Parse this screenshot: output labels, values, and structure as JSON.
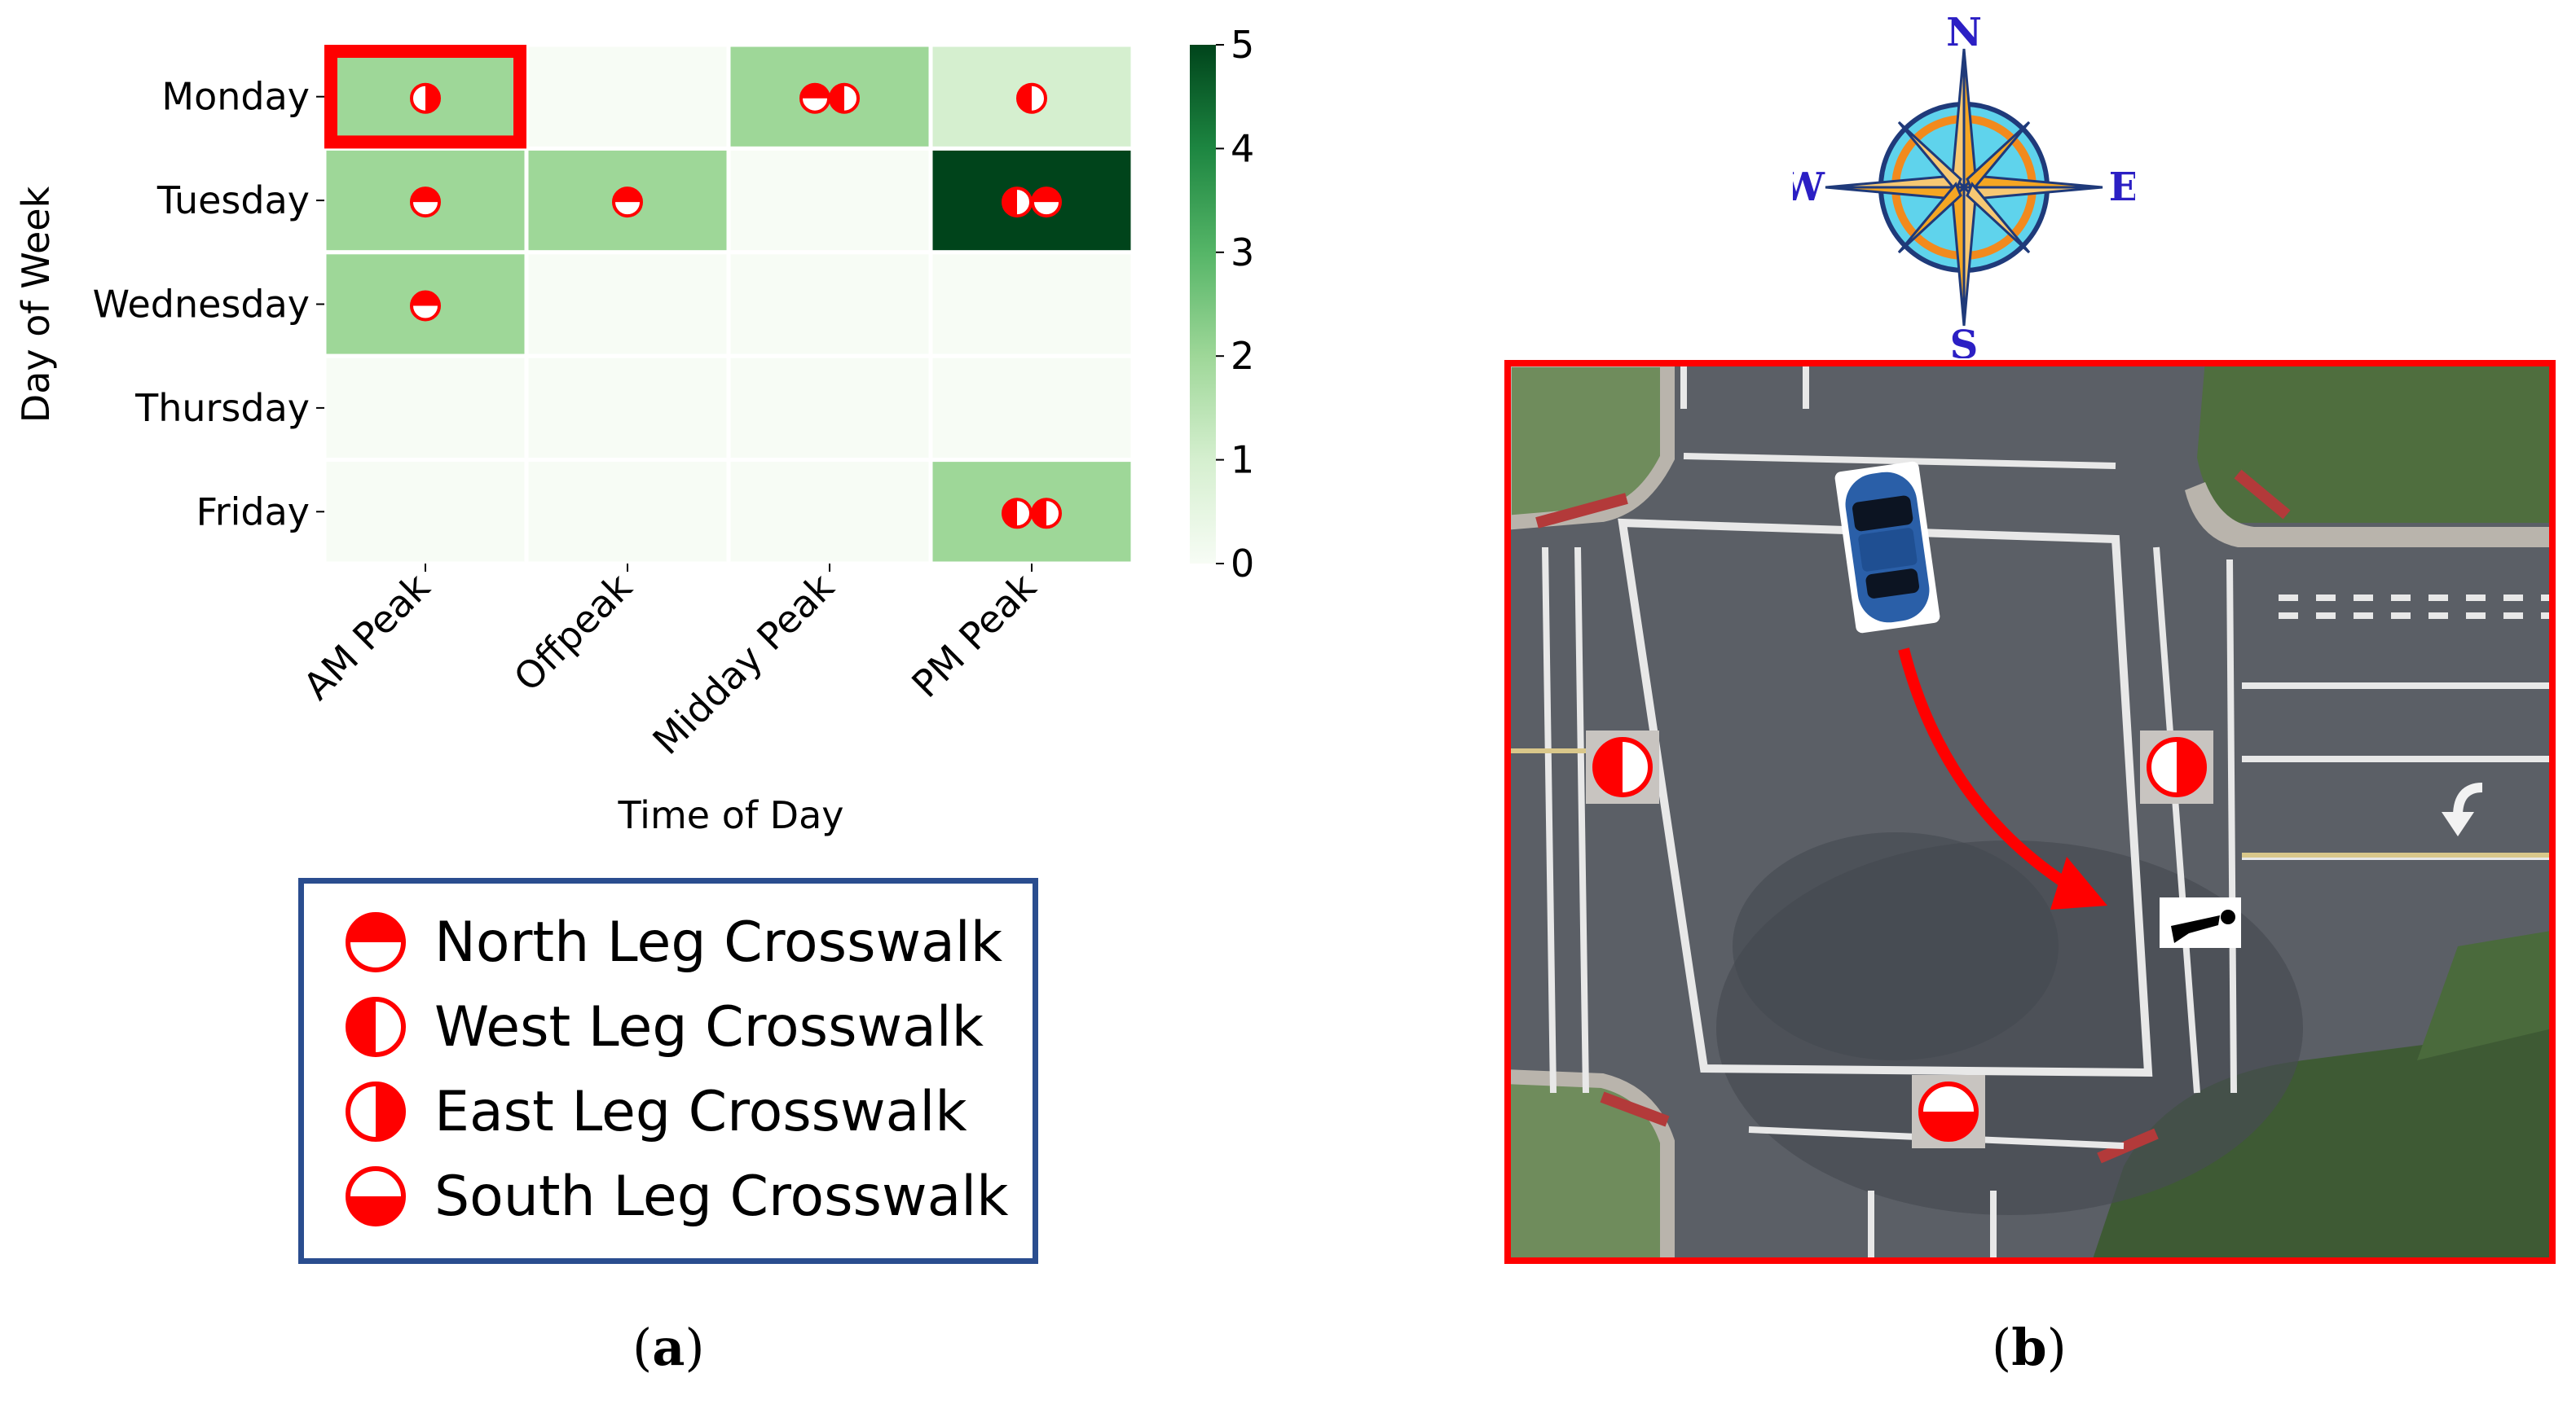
{
  "chart_data": {
    "type": "heatmap",
    "xlabel": "Time of Day",
    "ylabel": "Day of Week",
    "x_categories": [
      "AM Peak",
      "Offpeak",
      "Midday Peak",
      "PM Peak"
    ],
    "y_categories": [
      "Monday",
      "Tuesday",
      "Wednesday",
      "Thursday",
      "Friday"
    ],
    "values": [
      [
        2,
        0,
        2,
        1
      ],
      [
        2,
        2,
        0,
        5
      ],
      [
        2,
        0,
        0,
        0
      ],
      [
        0,
        0,
        0,
        0
      ],
      [
        0,
        0,
        0,
        2
      ]
    ],
    "cell_symbols": [
      [
        [
          "east"
        ],
        [],
        [
          "north",
          "west"
        ],
        [
          "west"
        ]
      ],
      [
        [
          "north"
        ],
        [
          "north"
        ],
        [],
        [
          "west",
          "north"
        ]
      ],
      [
        [
          "north"
        ],
        [],
        [],
        []
      ],
      [
        [],
        [],
        [],
        []
      ],
      [
        [],
        [],
        [],
        [
          "west",
          "west"
        ]
      ]
    ],
    "highlighted_cell": {
      "row": "Monday",
      "column": "AM Peak"
    },
    "colorbar": {
      "min": 0,
      "max": 5,
      "ticks": [
        "0",
        "1",
        "2",
        "3",
        "4",
        "5"
      ]
    },
    "colormap": "Greens",
    "symbol_color": "#ff0000",
    "highlight_color": "#ff0000"
  },
  "legend": {
    "items": [
      {
        "symbol": "north",
        "label": "North Leg Crosswalk"
      },
      {
        "symbol": "west",
        "label": "West Leg Crosswalk"
      },
      {
        "symbol": "east",
        "label": "East Leg Crosswalk"
      },
      {
        "symbol": "south",
        "label": "South Leg Crosswalk"
      }
    ],
    "border_color": "#2a4d8f"
  },
  "compass": {
    "n": "N",
    "s": "S",
    "e": "E",
    "w": "W",
    "letter_color": "#2b1fc4"
  },
  "intersection": {
    "border_color": "#ff0000",
    "vehicle_icon": "car-icon",
    "pedestrian_icon": "pedestrian-icon",
    "turn_arrow_icon": "turn-arrow-icon",
    "markers": [
      "west",
      "east",
      "south"
    ]
  },
  "panels": {
    "a": {
      "open": "(",
      "letter": "a",
      "close": ")"
    },
    "b": {
      "open": "(",
      "letter": "b",
      "close": ")"
    }
  }
}
